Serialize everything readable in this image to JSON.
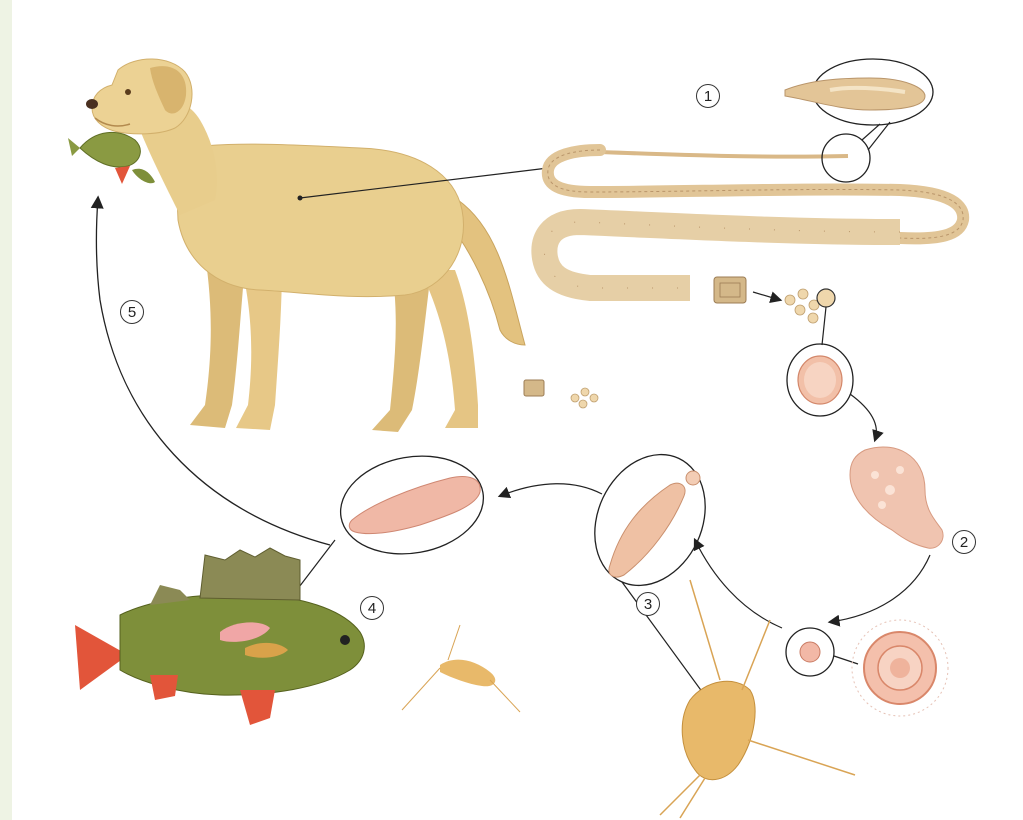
{
  "steps": [
    {
      "label": "1"
    },
    {
      "label": "2"
    },
    {
      "label": "3"
    },
    {
      "label": "4"
    },
    {
      "label": "5"
    }
  ],
  "colors": {
    "strip": "#eef3e4",
    "dog": "#e9cf8f",
    "dog_shade": "#c9a45e",
    "worm": "#e6cfa6",
    "worm_edge": "#b9956a",
    "egg": "#f2c0a8",
    "larva": "#eeb5a5",
    "fish_body": "#7e8f3a",
    "fish_fin": "#e2553a",
    "copepod": "#e8b96a",
    "line": "#222222"
  },
  "icons": [
    "dog-illustration",
    "tapeworm-illustration",
    "egg-icon",
    "coracidium-icon",
    "procercoid-icon",
    "plerocercoid-icon",
    "perch-fish-illustration",
    "copepod-icon"
  ]
}
